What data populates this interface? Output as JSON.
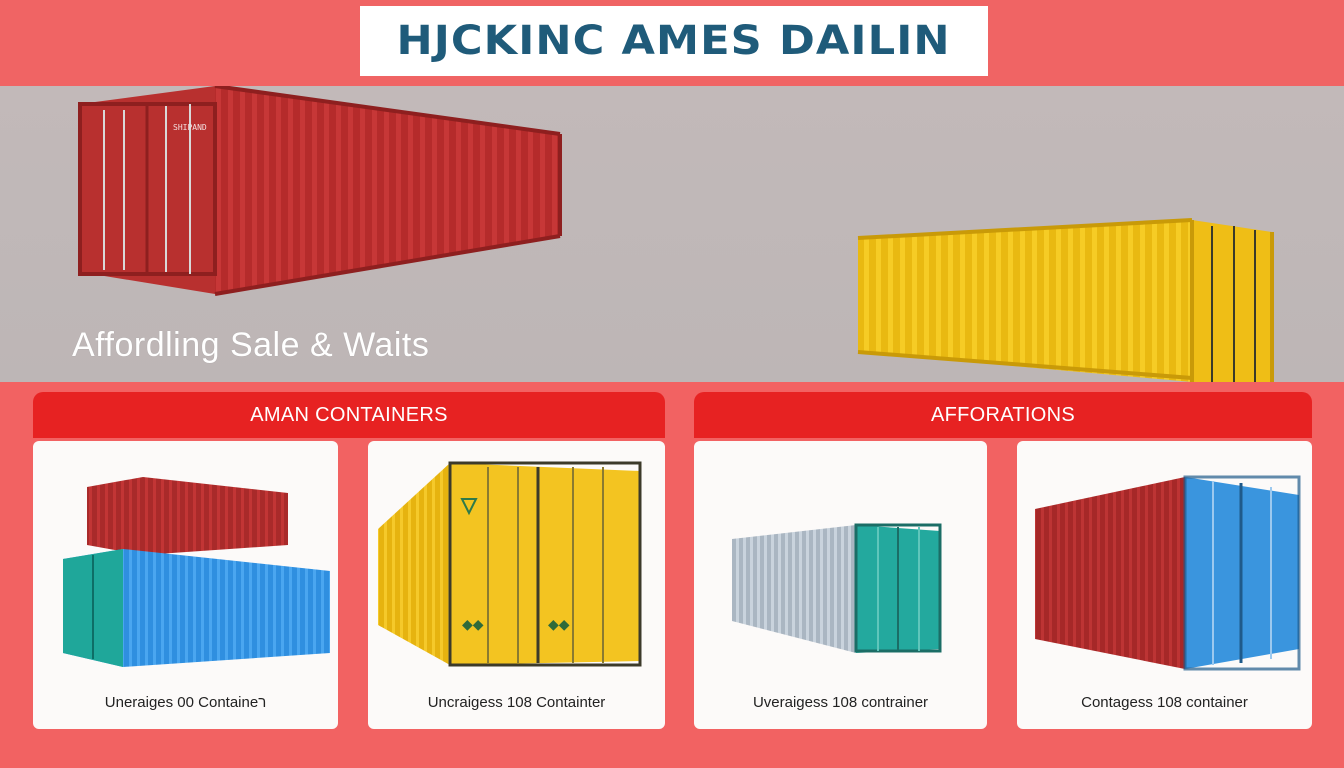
{
  "header": {
    "title": "HJCKINC AMES DAILIN"
  },
  "hero": {
    "tagline": "Affordling Sale & Waits"
  },
  "sections": [
    {
      "label": "AMAN CONTAINERS"
    },
    {
      "label": "AFFORATIONS"
    }
  ],
  "products": [
    {
      "caption": "Uneraiges 00 Containeר",
      "image": "stacked-containers-red-blue-icon"
    },
    {
      "caption": "Uncraigess 108 Containter",
      "image": "yellow-container-icon"
    },
    {
      "caption": "Uveraigess 108 contrainer",
      "image": "silver-teal-container-icon"
    },
    {
      "caption": "Contagess 108 container",
      "image": "red-blue-container-icon"
    }
  ],
  "hero_images": [
    {
      "image": "red-shipping-container-icon",
      "stencil": "SHIPAND"
    },
    {
      "image": "yellow-shipping-container-icon"
    }
  ],
  "colors": {
    "brand_red": "#e72222",
    "background": "#f06262",
    "title_blue": "#1f5b7a",
    "hero_gray": "#c0b8b8"
  }
}
